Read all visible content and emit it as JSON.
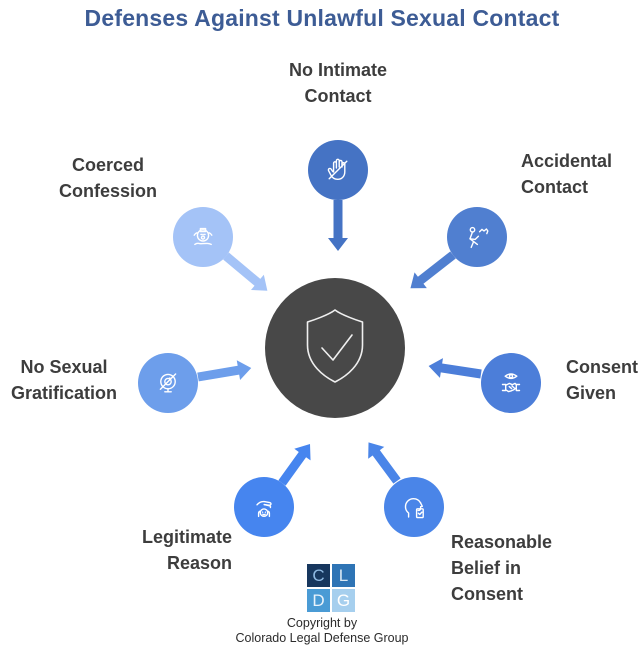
{
  "title": "Defenses Against Unlawful Sexual Contact",
  "colors": {
    "title_text": "#3d5c95",
    "label_text": "#3d3d3d",
    "center_circle": "#484848",
    "icon_stroke": "#ffffff"
  },
  "center": {
    "icon": "shield-check-icon"
  },
  "nodes": [
    {
      "id": "no-intimate-contact",
      "label": "No Intimate\nContact",
      "icon": "hand-slash-icon",
      "color": "#4573c4",
      "position": "top"
    },
    {
      "id": "accidental-contact",
      "label": "Accidental\nContact",
      "icon": "person-slipping-icon",
      "color": "#507fd0",
      "position": "top-right"
    },
    {
      "id": "consent-given",
      "label": "Consent\nGiven",
      "icon": "eye-handshake-icon",
      "color": "#4c7ed9",
      "position": "right"
    },
    {
      "id": "reasonable-belief-in-consent",
      "label": "Reasonable\nBelief in\nConsent",
      "icon": "head-consent-card-icon",
      "color": "#4a85e8",
      "position": "bottom-right"
    },
    {
      "id": "legitimate-reason",
      "label": "Legitimate\nReason",
      "icon": "caring-hand-child-icon",
      "color": "#4685ef",
      "position": "bottom-left"
    },
    {
      "id": "no-sexual-gratification",
      "label": "No Sexual\nGratification",
      "icon": "camera-slash-icon",
      "color": "#6d9eeb",
      "position": "left"
    },
    {
      "id": "coerced-confession",
      "label": "Coerced\nConfession",
      "icon": "distressed-person-icon",
      "color": "#a4c3f7",
      "position": "top-left"
    }
  ],
  "footer": {
    "logo_squares": [
      {
        "char": "C",
        "bg": "#17375e",
        "fg": "#8fb9e2"
      },
      {
        "char": "L",
        "bg": "#2e74b5",
        "fg": "#d9e7f3"
      },
      {
        "char": "D",
        "bg": "#4a9bd5",
        "fg": "#eaf3fb"
      },
      {
        "char": "G",
        "bg": "#a6cfee",
        "fg": "#ffffff"
      }
    ],
    "copyright_line1": "Copyright by",
    "copyright_line2": "Colorado Legal Defense Group"
  }
}
